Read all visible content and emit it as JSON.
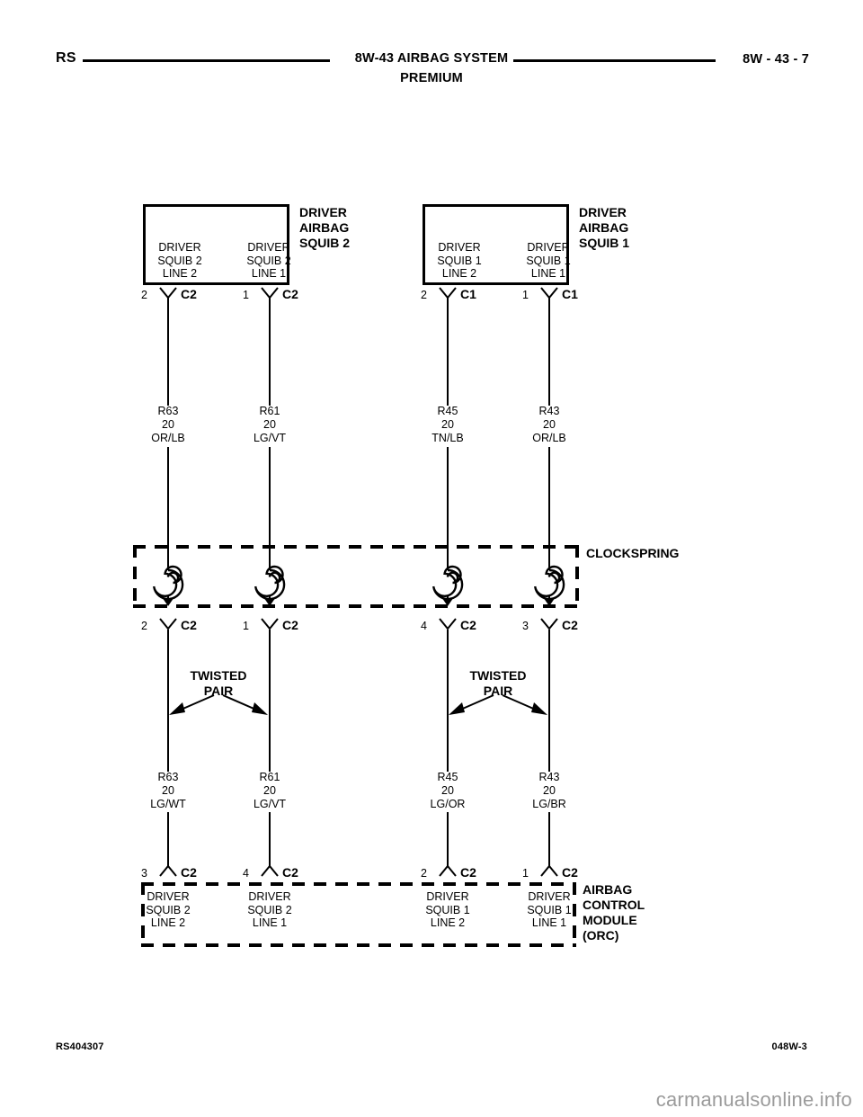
{
  "header": {
    "left": "RS",
    "title": "8W-43 AIRBAG SYSTEM",
    "subtitle": "PREMIUM",
    "right": "8W - 43 - 7"
  },
  "footer": {
    "left": "RS404307",
    "right": "048W-3",
    "watermark": "carmanualsonline.info"
  },
  "blocks": {
    "squib2": {
      "name_line1": "DRIVER",
      "name_line2": "AIRBAG",
      "name_line3": "SQUIB 2",
      "terminals": [
        {
          "l1": "DRIVER",
          "l2": "SQUIB 2",
          "l3": "LINE 2",
          "pin": "2",
          "conn": "C2"
        },
        {
          "l1": "DRIVER",
          "l2": "SQUIB 2",
          "l3": "LINE 1",
          "pin": "1",
          "conn": "C2"
        }
      ]
    },
    "squib1": {
      "name_line1": "DRIVER",
      "name_line2": "AIRBAG",
      "name_line3": "SQUIB 1",
      "terminals": [
        {
          "l1": "DRIVER",
          "l2": "SQUIB 1",
          "l3": "LINE 2",
          "pin": "2",
          "conn": "C1"
        },
        {
          "l1": "DRIVER",
          "l2": "SQUIB 1",
          "l3": "LINE 1",
          "pin": "1",
          "conn": "C1"
        }
      ]
    },
    "clockspring": {
      "name": "CLOCKSPRING",
      "outputs": [
        {
          "pin": "2",
          "conn": "C2"
        },
        {
          "pin": "1",
          "conn": "C2"
        },
        {
          "pin": "4",
          "conn": "C2"
        },
        {
          "pin": "3",
          "conn": "C2"
        }
      ]
    },
    "orc": {
      "name_line1": "AIRBAG",
      "name_line2": "CONTROL",
      "name_line3": "MODULE",
      "name_line4": "(ORC)",
      "terminals": [
        {
          "l1": "DRIVER",
          "l2": "SQUIB 2",
          "l3": "LINE 2",
          "pin": "3",
          "conn": "C2"
        },
        {
          "l1": "DRIVER",
          "l2": "SQUIB 2",
          "l3": "LINE 1",
          "pin": "4",
          "conn": "C2"
        },
        {
          "l1": "DRIVER",
          "l2": "SQUIB 1",
          "l3": "LINE 2",
          "pin": "2",
          "conn": "C2"
        },
        {
          "l1": "DRIVER",
          "l2": "SQUIB 1",
          "l3": "LINE 1",
          "pin": "1",
          "conn": "C2"
        }
      ]
    }
  },
  "wires_upper": [
    {
      "circuit": "R63",
      "gauge": "20",
      "color": "OR/LB"
    },
    {
      "circuit": "R61",
      "gauge": "20",
      "color": "LG/VT"
    },
    {
      "circuit": "R45",
      "gauge": "20",
      "color": "TN/LB"
    },
    {
      "circuit": "R43",
      "gauge": "20",
      "color": "OR/LB"
    }
  ],
  "wires_lower": [
    {
      "circuit": "R63",
      "gauge": "20",
      "color": "LG/WT"
    },
    {
      "circuit": "R61",
      "gauge": "20",
      "color": "LG/VT"
    },
    {
      "circuit": "R45",
      "gauge": "20",
      "color": "LG/OR"
    },
    {
      "circuit": "R43",
      "gauge": "20",
      "color": "LG/BR"
    }
  ],
  "twisted_pairs": [
    {
      "line1": "TWISTED",
      "line2": "PAIR"
    },
    {
      "line1": "TWISTED",
      "line2": "PAIR"
    }
  ]
}
